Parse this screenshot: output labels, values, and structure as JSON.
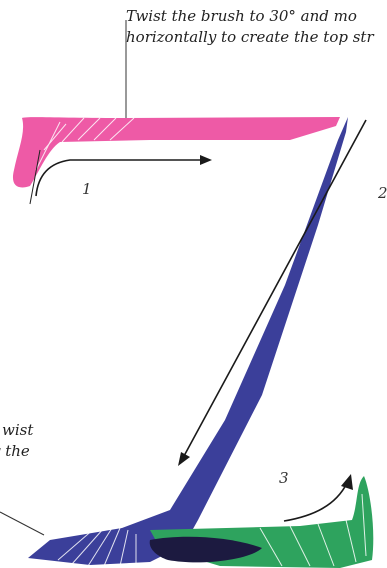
{
  "captions": {
    "top_line1": "Twist the brush to 30° and mo",
    "top_line2": "horizontally to create the top str",
    "left_line1": "wist",
    "left_line2": "y the"
  },
  "steps": [
    "1",
    "2",
    "3"
  ],
  "colors": {
    "stroke_top": "#ee5aa6",
    "stroke_diagonal": "#3b3f9a",
    "stroke_bottom": "#2ea35e",
    "overlap": "#1c1a40",
    "arrow": "#1a1a1a"
  }
}
